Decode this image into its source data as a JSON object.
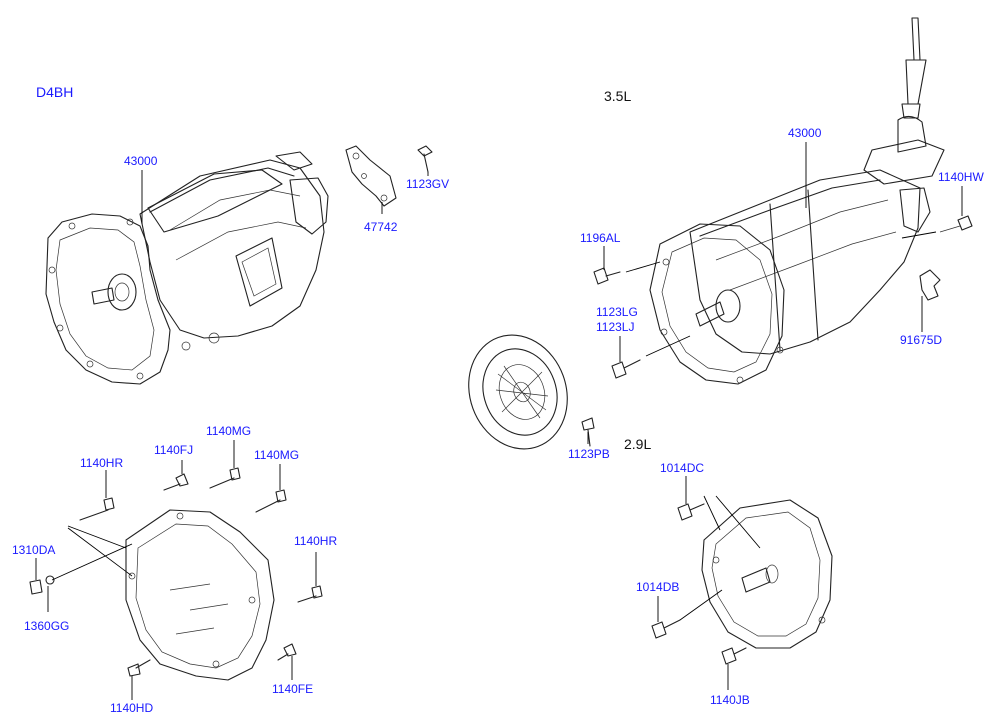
{
  "colors": {
    "part_label": "#1a1aff",
    "variant_label_blue": "#1a1aff",
    "variant_label_black": "#111111",
    "line": "#222222"
  },
  "variants": {
    "d4bh": "D4BH",
    "v35": "3.5L",
    "v29": "2.9L"
  },
  "labels": {
    "p43000_left": "43000",
    "p47742": "47742",
    "p1123GV": "1123GV",
    "p43000_right": "43000",
    "p1140HW": "1140HW",
    "p1196AL": "1196AL",
    "p1123LG": "1123LG",
    "p1123LJ": "1123LJ",
    "p91675D": "91675D",
    "p1123PB": "1123PB",
    "p1140MG_a": "1140MG",
    "p1140FJ": "1140FJ",
    "p1140MG_b": "1140MG",
    "p1140HR_a": "1140HR",
    "p1140HR_b": "1140HR",
    "p1310DA": "1310DA",
    "p1360GG": "1360GG",
    "p1140HD": "1140HD",
    "p1140FE": "1140FE",
    "p1014DC": "1014DC",
    "p1014DB": "1014DB",
    "p1140JB": "1140JB"
  }
}
